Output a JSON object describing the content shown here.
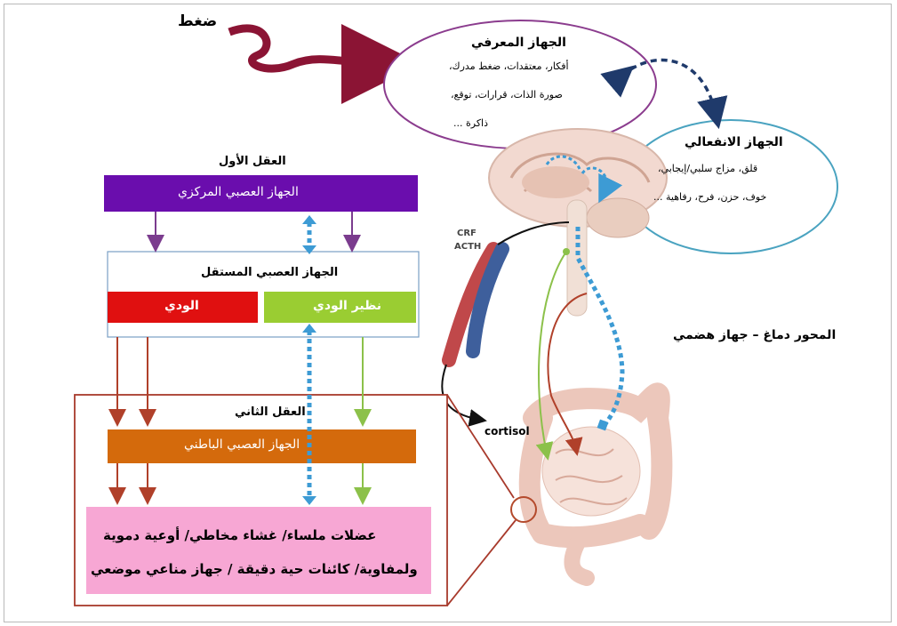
{
  "stress_label": "ضغط",
  "cognitive": {
    "title": "الجهاز المعرفي",
    "lines": [
      "أفكار، معتقدات، ضغط مدرك،",
      "صورة الذات، قرارات، توقع،",
      "ذاكرة ..."
    ]
  },
  "emotional": {
    "title": "الجهاز الانفعالي",
    "lines": [
      "قلق، مزاج سلبي/إيجابي،",
      "خوف، حزن، فرح، رفاهية ..."
    ]
  },
  "first_brain": "العقل الأول",
  "cns": "الجهاز العصبي المركزي",
  "ans": "الجهاز العصبي المستقل",
  "sympathetic": "الودي",
  "parasympathetic": "نظير الودي",
  "second_brain": "العقل الثاني",
  "ens": "الجهاز العصبي الباطني",
  "effectors": {
    "line1": "عضلات ملساء/ غشاء مخاطي/ أوعية دموية",
    "line2": "ولمفاوية/ كائنات حية دقيقة / جهاز مناعي موضعي"
  },
  "crf_acth": [
    "CRF",
    "ACTH"
  ],
  "cortisol": "cortisol",
  "axis_label": "المحور دماغ – جهاز هضمي",
  "colors": {
    "cns": "#6a0dad",
    "sympathetic": "#e01010",
    "parasympathetic": "#9acd32",
    "ens": "#d46a0c",
    "effectors": "#f7a7d4",
    "stress_arrow": "#8b1434",
    "cognitive_ellipse": "#8b3c8e",
    "emotional_ellipse": "#4aa3c0",
    "dotted": "#3d9bd4"
  }
}
